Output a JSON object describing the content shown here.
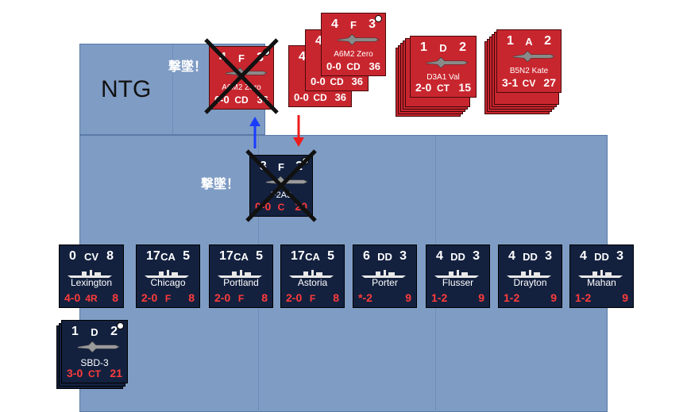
{
  "zones": {
    "ntg_label": "NTG"
  },
  "shot_down_label": "撃墜！",
  "counters": {
    "zero_top": {
      "left": "4",
      "mid": "F",
      "right": "3",
      "name": "A6M2 Zero",
      "s1": "0-0",
      "s2": "CD",
      "s3": "36"
    },
    "zero_mid": {
      "left": "4",
      "mid": "F",
      "right": "3",
      "name": "A6M2 Zero",
      "s1": "0-0",
      "s2": "CD",
      "s3": "36"
    },
    "zero_back": {
      "left": "4",
      "mid": "F",
      "right": "3",
      "name": "A6M2 Zero",
      "s1": "0-0",
      "s2": "CD",
      "s3": "36"
    },
    "zero_downed": {
      "left": "4",
      "mid": "F",
      "right": "3",
      "name": "A6M2 Zero",
      "s1": "0-0",
      "s2": "CD",
      "s3": "36"
    },
    "val": {
      "left": "1",
      "mid": "D",
      "right": "2",
      "name": "D3A1 Val",
      "s1": "2-0",
      "s2": "CT",
      "s3": "15"
    },
    "kate": {
      "left": "1",
      "mid": "A",
      "right": "2",
      "name": "B5N2 Kate",
      "s1": "3-1",
      "s2": "CV",
      "s3": "27"
    },
    "us_fighter": {
      "left": "3",
      "mid": "F",
      "right": "2",
      "name": "F2A3",
      "s1": "0-0",
      "s2": "C",
      "s3": "20"
    },
    "sbd": {
      "left": "1",
      "mid": "D",
      "right": "2",
      "name": "SBD-3",
      "s1": "3-0",
      "s2": "CT",
      "s3": "21"
    },
    "ships": [
      {
        "left": "0",
        "mid": "CV",
        "right": "8",
        "name": "Lexington",
        "s1": "4-0",
        "s2": "4R",
        "s3": "8"
      },
      {
        "left": "17",
        "mid": "CA",
        "right": "5",
        "name": "Chicago",
        "s1": "2-0",
        "s2": "F",
        "s3": "8"
      },
      {
        "left": "17",
        "mid": "CA",
        "right": "5",
        "name": "Portland",
        "s1": "2-0",
        "s2": "F",
        "s3": "8"
      },
      {
        "left": "17",
        "mid": "CA",
        "right": "5",
        "name": "Astoria",
        "s1": "2-0",
        "s2": "F",
        "s3": "8"
      },
      {
        "left": "6",
        "mid": "DD",
        "right": "3",
        "name": "Porter",
        "s1": "*-2",
        "s2": "",
        "s3": "9"
      },
      {
        "left": "4",
        "mid": "DD",
        "right": "3",
        "name": "Flusser",
        "s1": "1-2",
        "s2": "",
        "s3": "9"
      },
      {
        "left": "4",
        "mid": "DD",
        "right": "3",
        "name": "Drayton",
        "s1": "1-2",
        "s2": "",
        "s3": "9"
      },
      {
        "left": "4",
        "mid": "DD",
        "right": "3",
        "name": "Mahan",
        "s1": "1-2",
        "s2": "",
        "s3": "9"
      }
    ]
  },
  "colors": {
    "navy": "#13213f",
    "red": "#c8262e",
    "zone": "#7f9cc4",
    "arrow_up": "#1a3cff",
    "arrow_down": "#ee1c1c"
  }
}
